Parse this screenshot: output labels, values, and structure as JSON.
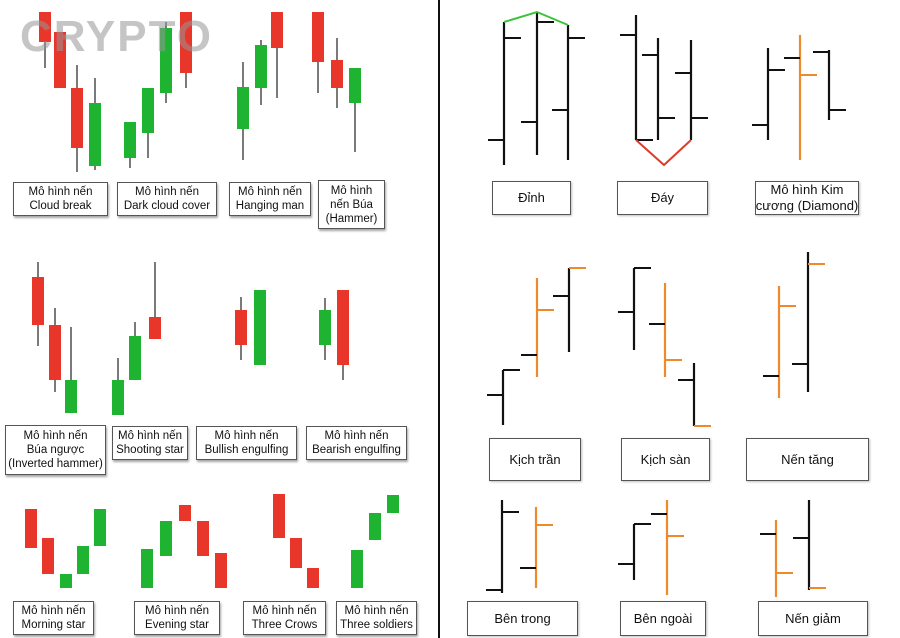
{
  "watermark": "CRYPTO",
  "colors": {
    "bull": "#1fb332",
    "bear": "#e8362b",
    "wick": "#333333",
    "line": "#111111",
    "accent": "#ee8a2c",
    "peak": "#3cc33c",
    "trough": "#dc3c2a"
  },
  "left_panel": {
    "label_lines": {
      "cloud_break": [
        "Mô hình nến",
        "Cloud break"
      ],
      "dark_cloud": [
        "Mô hình nến",
        "Dark cloud cover"
      ],
      "hanging_man": [
        "Mô hình nến",
        "Hanging man"
      ],
      "hammer": [
        "Mô hình",
        "nến Búa",
        "(Hammer)"
      ],
      "inverted_hammer": [
        "Mô hình nến",
        "Búa ngược",
        "(Inverted hammer)"
      ],
      "shooting_star": [
        "Mô hình nến",
        "Shooting star"
      ],
      "bullish_engulfing": [
        "Mô hình nến",
        "Bullish engulfing"
      ],
      "bearish_engulfing": [
        "Mô hình nến",
        "Bearish engulfing"
      ],
      "morning_star": [
        "Mô hình nến",
        "Morning star"
      ],
      "evening_star": [
        "Mô hình nến",
        "Evening star"
      ],
      "three_crows": [
        "Mô hình nến",
        "Three Crows"
      ],
      "three_soldiers": [
        "Mô hình nến",
        "Three soldiers"
      ]
    }
  },
  "right_panel": {
    "label_lines": {
      "dinh": [
        "Đỉnh"
      ],
      "day": [
        "Đáy"
      ],
      "diamond": [
        "Mô hình Kim",
        "cương (Diamond)"
      ],
      "kich_tran": [
        "Kịch trần"
      ],
      "kich_san": [
        "Kịch sàn"
      ],
      "nen_tang": [
        "Nến tăng"
      ],
      "ben_trong": [
        "Bên trong"
      ],
      "ben_ngoai": [
        "Bên ngoài"
      ],
      "nen_giam": [
        "Nến giảm"
      ]
    }
  }
}
